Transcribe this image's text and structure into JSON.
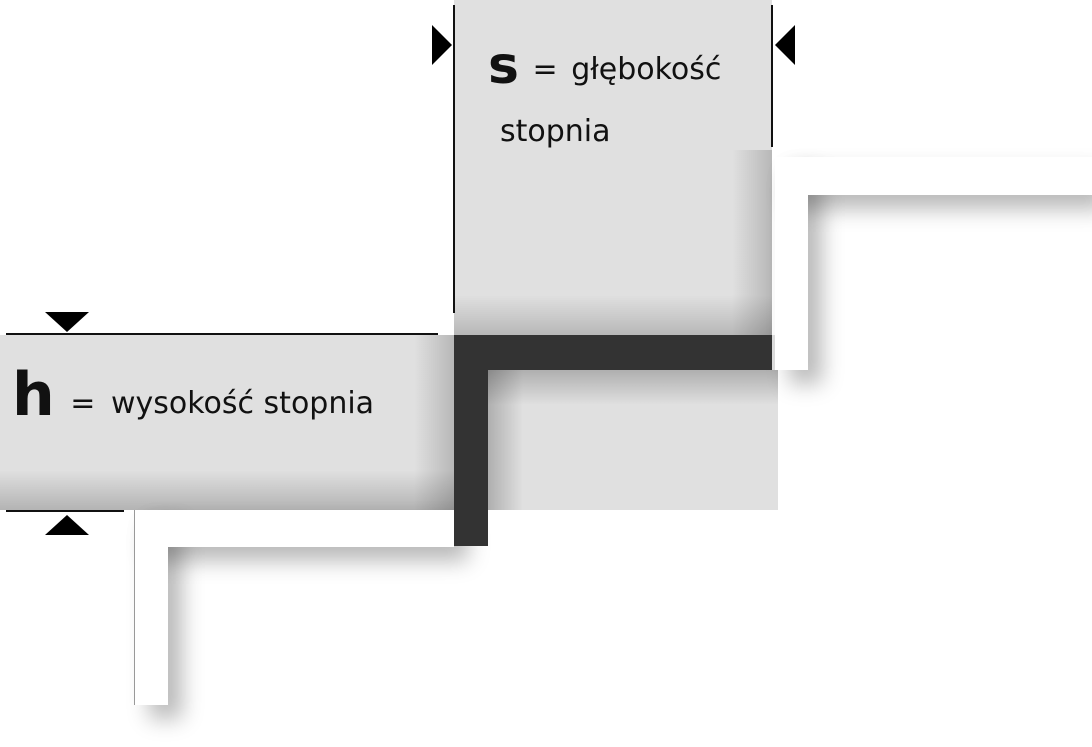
{
  "diagram": {
    "type": "stair-step-dimensions",
    "colors": {
      "background": "#ffffff",
      "dimension_band": "#e0e0e0",
      "step_highlight": "#333333",
      "step_outline": "#ffffff",
      "markers": "#000000"
    },
    "depth_label": {
      "symbol": "s",
      "equals": "=",
      "text_line1": "głębokość",
      "text_line2": "stopnia"
    },
    "height_label": {
      "symbol": "h",
      "equals": "=",
      "text": "wysokość stopnia"
    },
    "markers": [
      {
        "name": "depth-left-arrow",
        "direction": "right"
      },
      {
        "name": "depth-right-arrow",
        "direction": "left"
      },
      {
        "name": "height-top-arrow",
        "direction": "down"
      },
      {
        "name": "height-bottom-arrow",
        "direction": "up"
      }
    ]
  }
}
